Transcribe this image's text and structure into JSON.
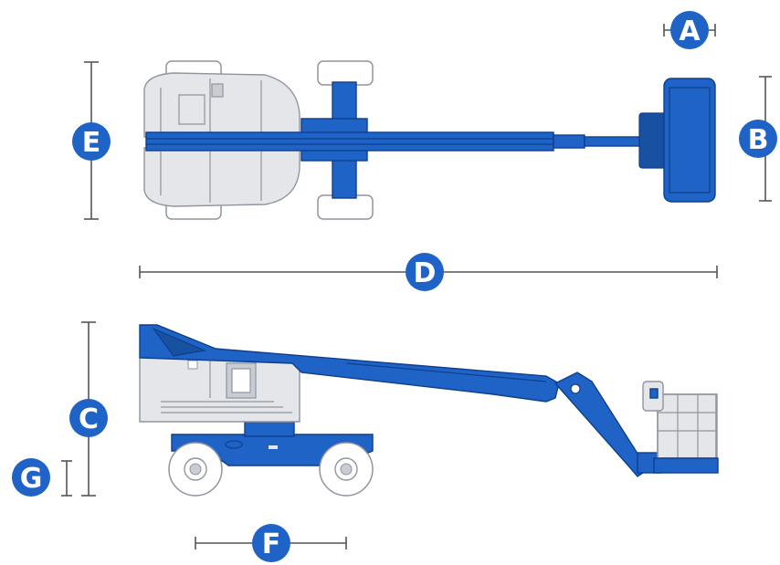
{
  "colors": {
    "machine_blue": "#1f63c6",
    "badge_blue": "#1f63c6",
    "body_grey": "#e4e6ea",
    "dimension_line": "#555555"
  },
  "dimensions": {
    "A": "A",
    "B": "B",
    "C": "C",
    "D": "D",
    "E": "E",
    "F": "F",
    "G": "G"
  }
}
